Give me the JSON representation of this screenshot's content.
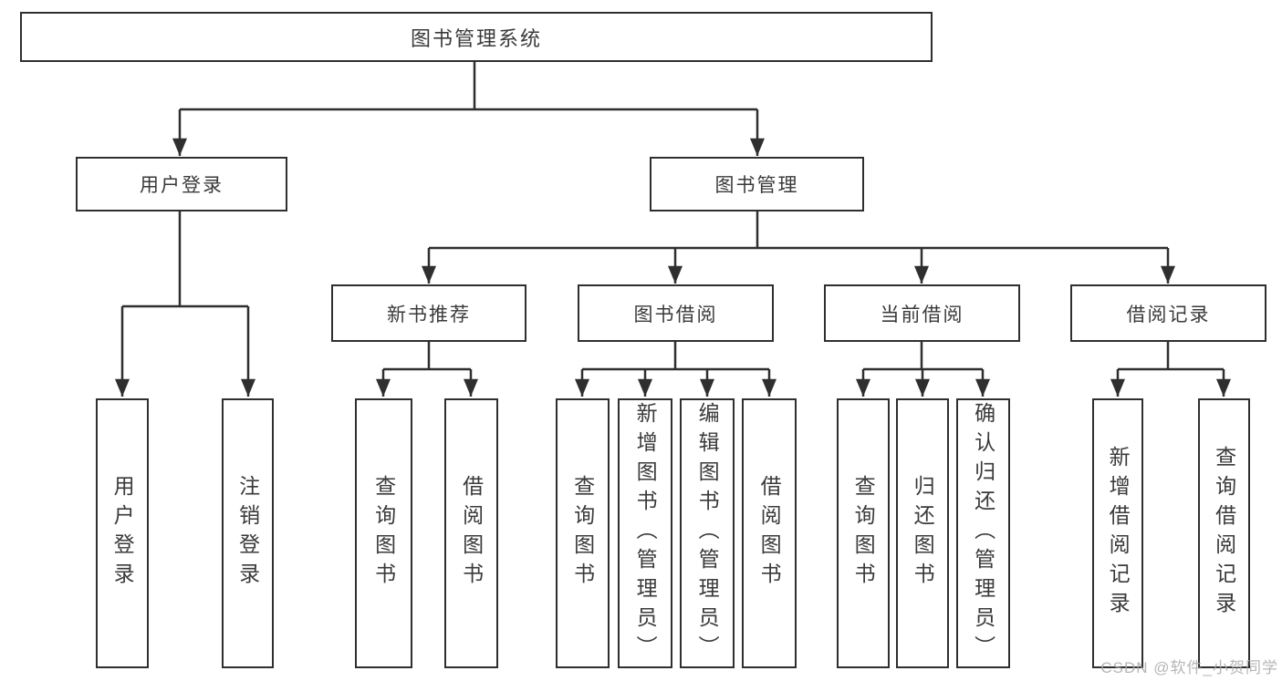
{
  "diagram": {
    "root_label": "图书管理系统",
    "user_login": {
      "label": "用户登录",
      "children": [
        {
          "label": "用户登录"
        },
        {
          "label": "注销登录"
        }
      ]
    },
    "book_mgmt": {
      "label": "图书管理",
      "sections": [
        {
          "label": "新书推荐",
          "children": [
            {
              "label": "查询图书"
            },
            {
              "label": "借阅图书"
            }
          ]
        },
        {
          "label": "图书借阅",
          "children": [
            {
              "label": "查询图书"
            },
            {
              "label": "新增图书（管理员）"
            },
            {
              "label": "编辑图书（管理员）"
            },
            {
              "label": "借阅图书"
            }
          ]
        },
        {
          "label": "当前借阅",
          "children": [
            {
              "label": "查询图书"
            },
            {
              "label": "归还图书"
            },
            {
              "label": "确认归还（管理员）"
            }
          ]
        },
        {
          "label": "借阅记录",
          "children": [
            {
              "label": "新增借阅记录"
            },
            {
              "label": "查询借阅记录"
            }
          ]
        }
      ]
    },
    "watermark": "CSDN @软件_小贺同学",
    "colors": {
      "line": "#2f2f2f",
      "box_border": "#2f2f2f",
      "text": "#3a3a3a",
      "watermark": "#aaaaaa",
      "background": "#ffffff"
    }
  }
}
